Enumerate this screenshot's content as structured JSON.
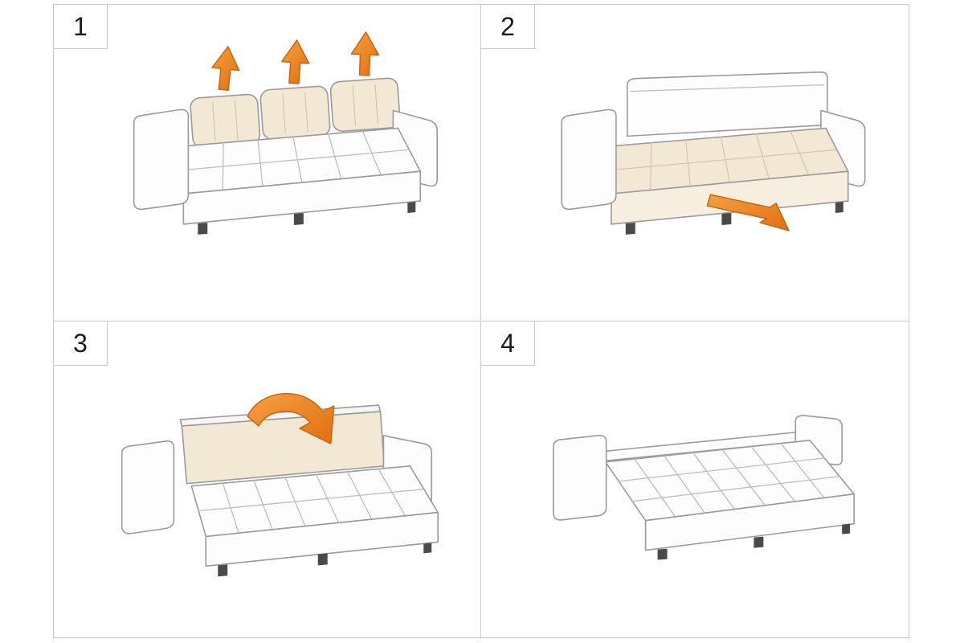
{
  "sheet": {
    "panels": [
      {
        "number": "1",
        "icon": "lift-up-arrows-icon"
      },
      {
        "number": "2",
        "icon": "pull-out-arrow-icon"
      },
      {
        "number": "3",
        "icon": "fold-down-arrow-icon"
      },
      {
        "number": "4",
        "icon": "none"
      }
    ],
    "colors": {
      "arrow_orange_light": "#F6A044",
      "arrow_orange_dark": "#E06F10",
      "arrow_outline": "#C8650D",
      "cushion_cream": "#F2E8D4",
      "cushion_cream_light": "#F6EFE0",
      "quilt_cream_line": "#D4C7A9",
      "outline_gray": "#9A9A9A",
      "quilt_line_gray": "#BDBDBD",
      "frame_border_gray": "#C9C9C9",
      "foot_dark": "#4A4A4A"
    }
  }
}
